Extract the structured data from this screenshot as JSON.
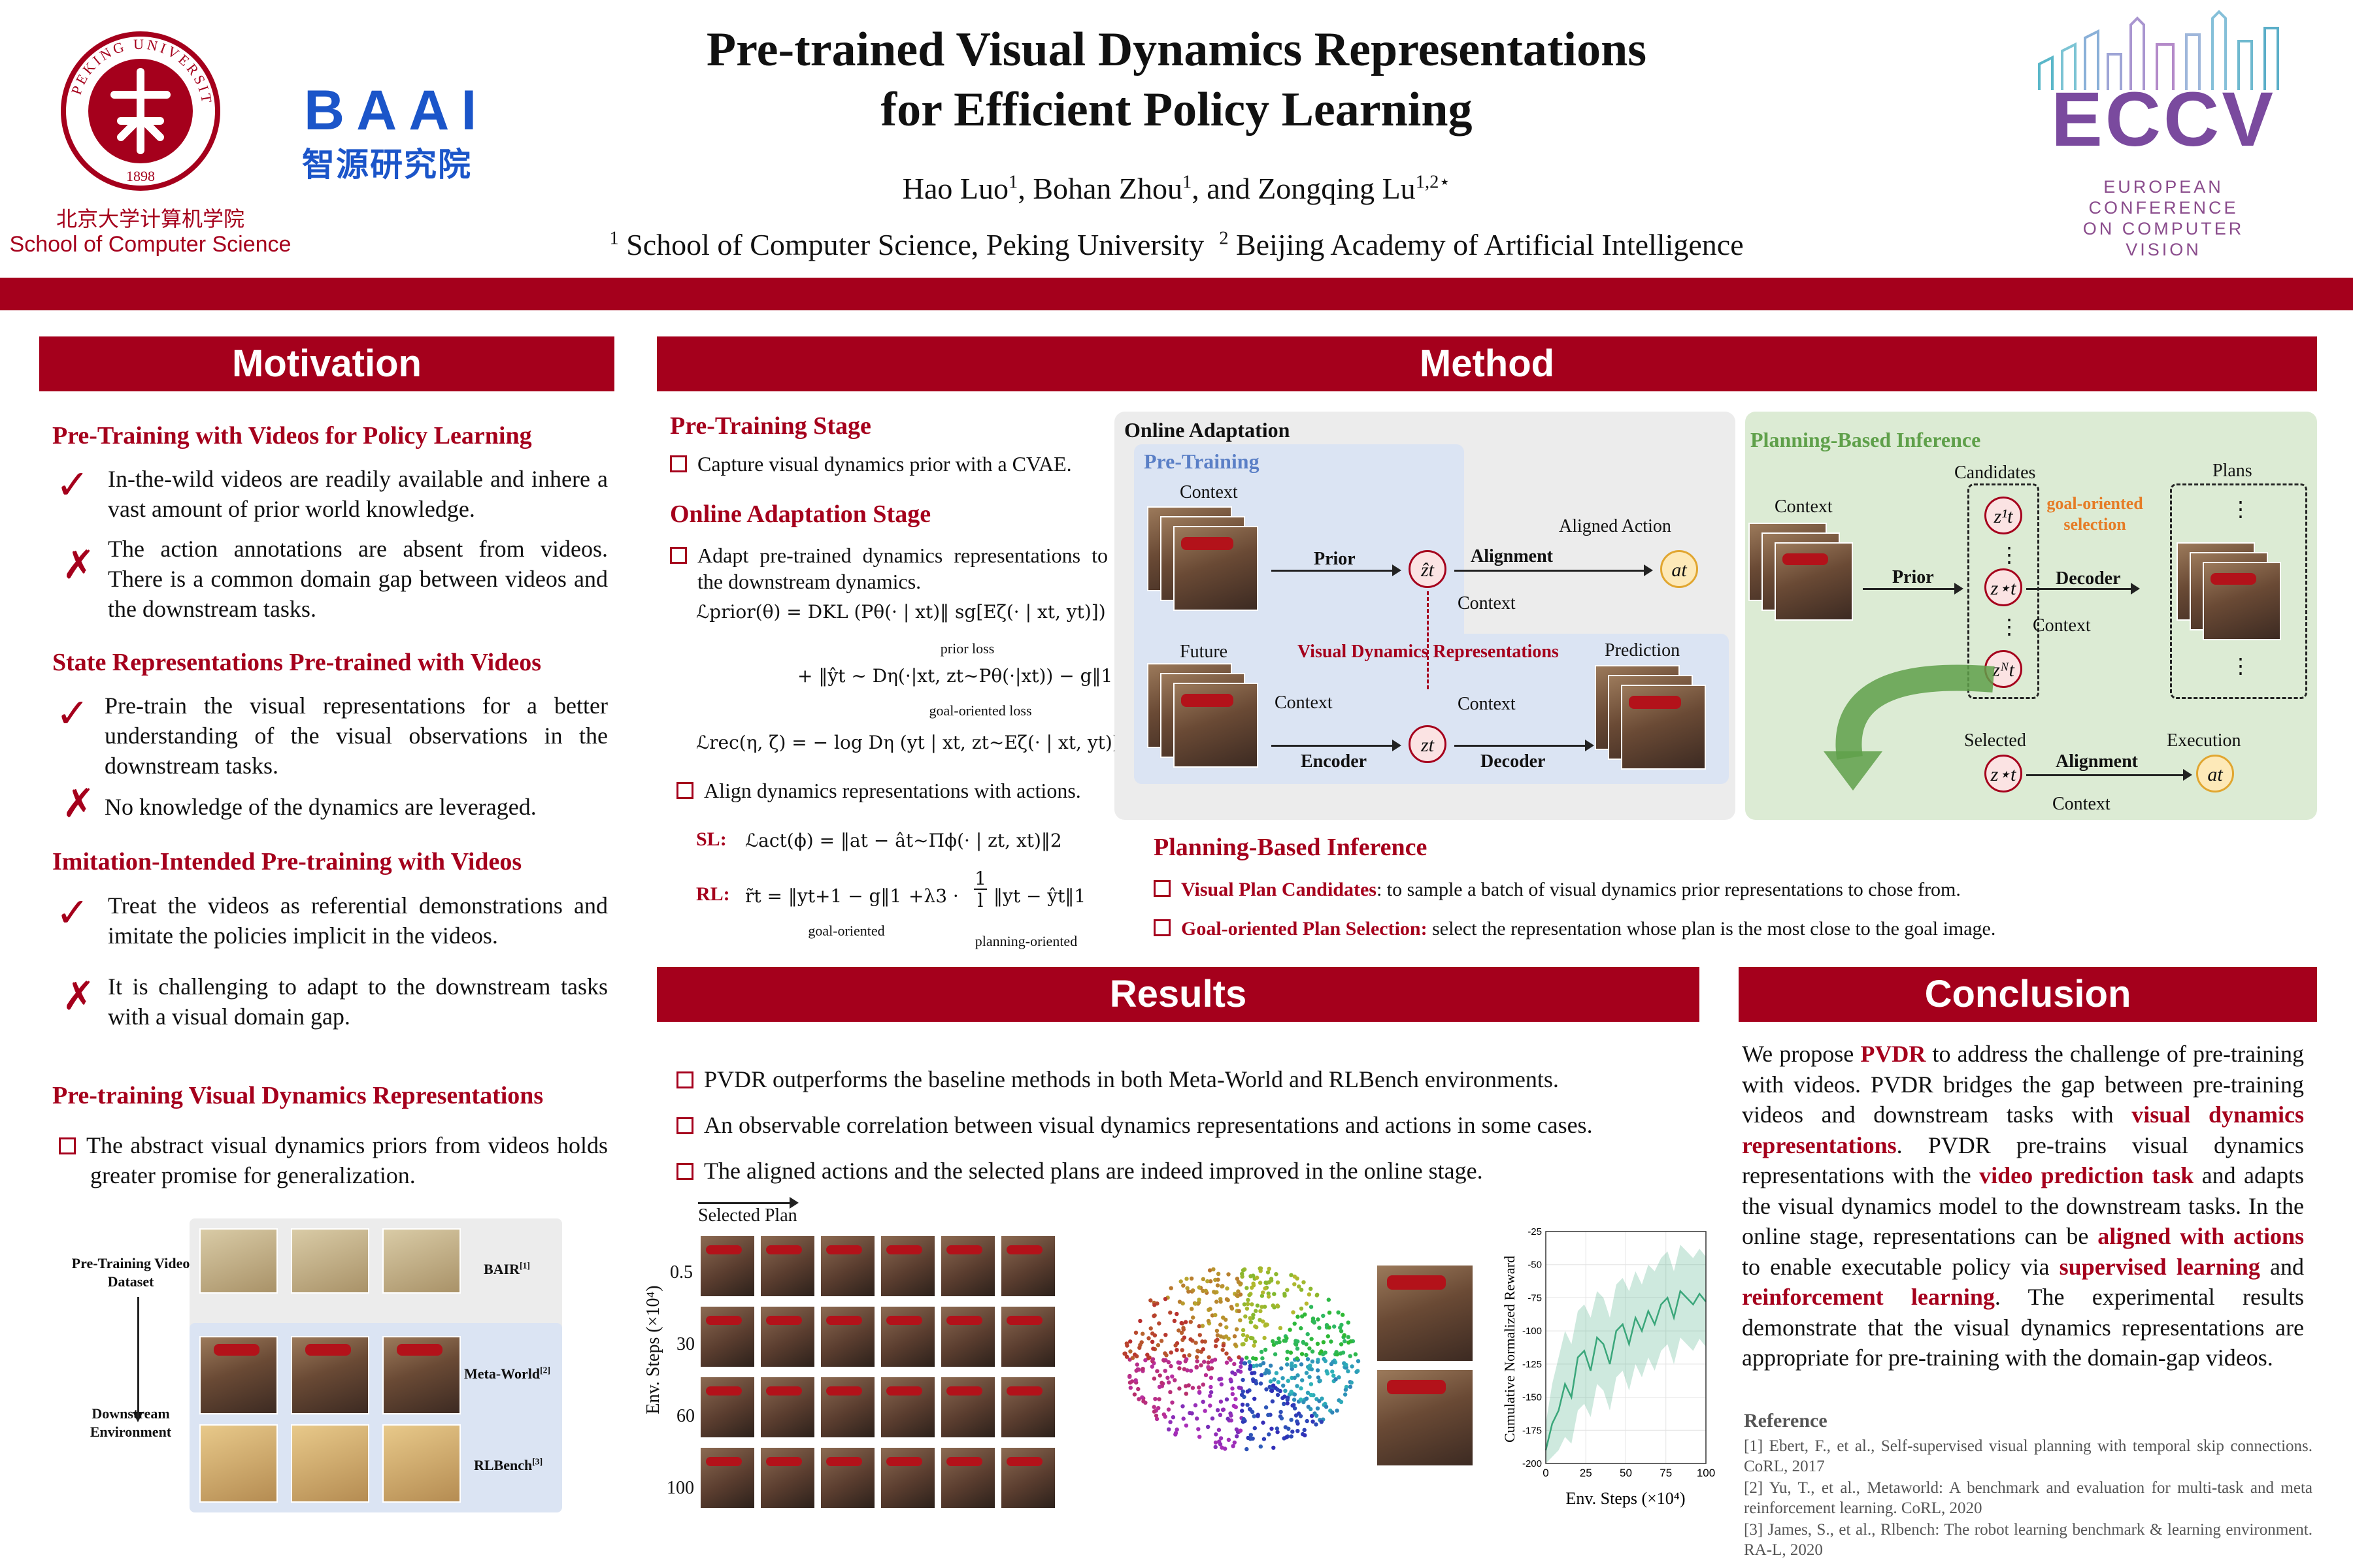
{
  "header": {
    "title_line1": "Pre-trained Visual Dynamics Representations",
    "title_line2": "for Efficient Policy Learning",
    "authors": {
      "a1": "Hao Luo",
      "a1_sup": "1",
      "a2": "Bohan Zhou",
      "a2_sup": "1",
      "a3": "and Zongqing Lu",
      "a3_sup": "1,2⋆"
    },
    "affil1_sup": "1",
    "affil1": "School of Computer Science, Peking University",
    "affil2_sup": "2",
    "affil2": "Beijing Academy of Artificial Intelligence",
    "pku_seal_text": "PEKING UNIVERSITY",
    "pku_seal_year": "1898",
    "pku_cn": "北京大学计算机学院",
    "pku_en": "School of Computer Science",
    "baai_logo": "BAAI",
    "baai_cn": "智源研究院",
    "eccv_word": "ECCV",
    "eccv_sub": [
      "EUROPEAN",
      "CONFERENCE",
      "ON COMPUTER",
      "VISION"
    ]
  },
  "colors": {
    "accent": "#a5001c",
    "baai_blue": "#1b55c9",
    "eccv_purple": "#7a4a9e",
    "panel_gray": "#ececec",
    "panel_blue": "#dbe4f3",
    "panel_green": "#dcebd4",
    "node_red": "#fbe3e3",
    "node_yellow": "#fde9b8"
  },
  "motivation": {
    "title": "Motivation",
    "s1_title": "Pre-Training with Videos for Policy Learning",
    "s1_check": "In-the-wild videos are readily available and inhere a vast amount of prior world knowledge.",
    "s1_cross": "The action annotations are absent from videos. There is a common domain gap between videos and the downstream tasks.",
    "s2_title": "State Representations Pre-trained with Videos",
    "s2_check": "Pre-train the visual representations for a better understanding of the visual observations in the downstream tasks.",
    "s2_cross": "No knowledge of the dynamics are leveraged.",
    "s3_title": "Imitation-Intended Pre-training with Videos",
    "s3_check": "Treat the videos as referential demonstrations and imitate the policies implicit in the videos.",
    "s3_cross": "It is challenging to adapt to the downstream tasks with a visual domain gap.",
    "s4_title": "Pre-training Visual Dynamics Representations",
    "s4_bullet": "The abstract visual dynamics priors from videos holds greater promise for generalization.",
    "fig": {
      "pretrain_label": "Pre-Training Video Dataset",
      "downstream_label": "Downstream Environment",
      "bair": "BAIR",
      "bair_ref": "[1]",
      "metaworld": "Meta-World",
      "metaworld_ref": "[2]",
      "rlbench": "RLBench",
      "rlbench_ref": "[3]"
    }
  },
  "method": {
    "title": "Method",
    "pretrain_stage": "Pre-Training Stage",
    "pretrain_bullet": "Capture visual dynamics prior with a CVAE.",
    "online_stage": "Online Adaptation Stage",
    "online_bullet": "Adapt pre-trained dynamics representations to the downstream dynamics.",
    "eq_prior": "ℒprior(θ) = DKL (Pθ(· | xt)‖ sg[Eζ(· | xt, yt)])",
    "eq_prior_under": "prior loss",
    "eq_goal": "+ ‖ŷt ∼ Dη(·|xt, zt∼Pθ(·|xt)) − g‖1",
    "eq_goal_under": "goal-oriented loss",
    "eq_rec": "ℒrec(η, ζ) = − log Dη (yt | xt, zt∼Eζ(· | xt, yt))",
    "align_bullet": "Align dynamics representations with actions.",
    "sl_label": "SL:",
    "eq_sl": "ℒact(ϕ) = ‖at − ât∼Πϕ(· | zt, xt)‖2",
    "rl_label": "RL:",
    "eq_rl_a": "r̃t = ‖yt+1 − g‖1",
    "eq_rl_b": "+λ3 ·",
    "eq_rl_frac_num": "1",
    "eq_rl_frac_den": "l",
    "eq_rl_c": "‖yt − ŷt‖1",
    "eq_rl_under1": "goal-oriented",
    "eq_rl_under2": "planning-oriented",
    "diagram": {
      "online_adaptation": "Online Adaptation",
      "pre_training": "Pre-Training",
      "context": "Context",
      "future": "Future",
      "prior": "Prior",
      "alignment": "Alignment",
      "aligned_action": "Aligned Action",
      "vdr": "Visual Dynamics Representations",
      "prediction": "Prediction",
      "encoder": "Encoder",
      "decoder": "Decoder",
      "z_hat": "ẑt",
      "z": "zt",
      "a": "at",
      "planning_inference": "Planning-Based Inference",
      "candidates": "Candidates",
      "plans": "Plans",
      "goal_selection": "goal-oriented selection",
      "selected": "Selected",
      "execution": "Execution",
      "z1": "z¹t",
      "zstar": "z⋆t",
      "zN": "zᴺt",
      "dots": "⋮"
    },
    "pbi_title": "Planning-Based Inference",
    "pbi_b1_bold": "Visual Plan Candidates",
    "pbi_b1": ": to sample a batch of visual dynamics prior representations to chose from.",
    "pbi_b2_bold": "Goal-oriented Plan Selection:",
    "pbi_b2": " select the representation whose plan is the most close to the goal image."
  },
  "results": {
    "title": "Results",
    "b1": "PVDR outperforms the baseline methods in both Meta-World and RLBench environments.",
    "b2": "An observable correlation between visual dynamics representations and actions in some cases.",
    "b3": "The aligned actions and the selected plans are indeed improved in the online stage.",
    "selected_plan": "Selected Plan",
    "grid_ylabel": "Env. Steps (×10⁴)",
    "grid_rows": [
      "0.5",
      "30",
      "60",
      "100"
    ]
  },
  "chart_data": {
    "type": "line",
    "title": "",
    "xlabel": "Env. Steps (×10⁴)",
    "ylabel": "Cumulative Normalized Reward",
    "xlim": [
      0,
      100
    ],
    "ylim": [
      -200,
      -25
    ],
    "xticks": [
      0,
      25,
      50,
      75,
      100
    ],
    "yticks": [
      -25,
      -50,
      -75,
      -100,
      -125,
      -150,
      -175,
      -200
    ],
    "grid": true,
    "series": [
      {
        "color": "#3aa67a",
        "x": [
          0,
          4,
          8,
          12,
          16,
          20,
          24,
          28,
          32,
          36,
          40,
          44,
          48,
          52,
          56,
          60,
          64,
          68,
          72,
          76,
          80,
          84,
          88,
          92,
          96,
          100
        ],
        "values": [
          -190,
          -170,
          -160,
          -140,
          -150,
          -120,
          -115,
          -130,
          -105,
          -110,
          -125,
          -100,
          -95,
          -110,
          -90,
          -100,
          -85,
          -95,
          -80,
          -75,
          -90,
          -70,
          -75,
          -80,
          -72,
          -78
        ],
        "band_upper": [
          -170,
          -140,
          -120,
          -100,
          -110,
          -85,
          -80,
          -90,
          -70,
          -75,
          -90,
          -65,
          -60,
          -70,
          -55,
          -65,
          -50,
          -55,
          -45,
          -40,
          -55,
          -35,
          -40,
          -45,
          -38,
          -44
        ],
        "band_lower": [
          -200,
          -195,
          -190,
          -180,
          -185,
          -160,
          -155,
          -165,
          -140,
          -145,
          -160,
          -135,
          -130,
          -145,
          -125,
          -135,
          -120,
          -130,
          -115,
          -110,
          -125,
          -105,
          -110,
          -115,
          -106,
          -112
        ]
      }
    ]
  },
  "conclusion": {
    "title": "Conclusion",
    "p_1": "We propose ",
    "pvdr": "PVDR",
    "p_2": " to address the challenge of pre-training with videos. PVDR bridges the gap between pre-training videos and downstream tasks with ",
    "vdr": "visual dynamics representations",
    "p_3": ". PVDR pre-trains visual dynamics representations with the ",
    "vpt": "video prediction task",
    "p_4": " and adapts the visual dynamics model to the downstream tasks. In the online stage, representations can be ",
    "awa": "aligned with actions",
    "p_5": " to enable executable policy via ",
    "sl": "supervised learning",
    "p_6": " and ",
    "rl": "reinforcement learning",
    "p_7": ". The experimental results demonstrate that the visual dynamics representations are appropriate for pre-training with the domain-gap videos.",
    "ref_title": "Reference",
    "refs": [
      "[1] Ebert, F., et al., Self-supervised visual planning with temporal skip connections. CoRL, 2017",
      "[2] Yu, T., et al., Metaworld: A benchmark and evaluation for multi-task and meta reinforcement learning. CoRL, 2020",
      "[3] James, S., et al., Rlbench: The robot learning benchmark & learning environment. RA-L, 2020"
    ]
  }
}
